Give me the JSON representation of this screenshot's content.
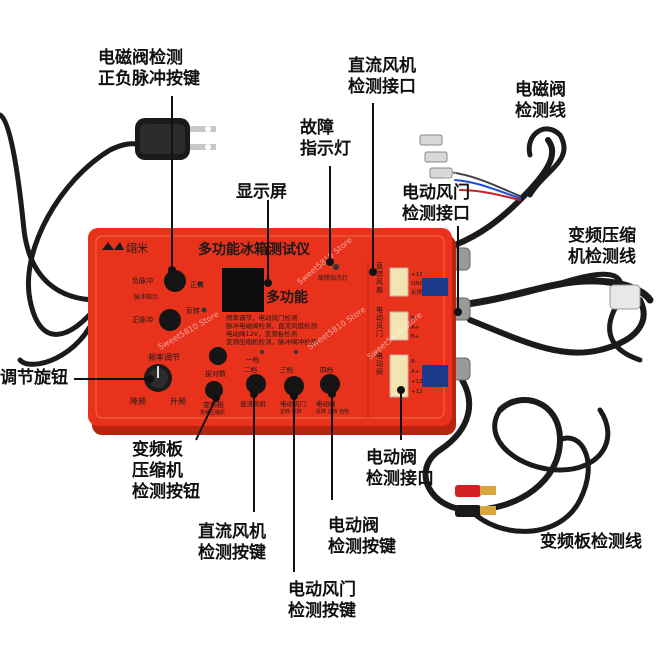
{
  "device": {
    "brand": "翊米",
    "title": "多功能冰箱测试仪",
    "screen_text": "多功能",
    "fault_light_label": "故障指示灯",
    "features": [
      "频率调节，电动风门检测",
      "脉冲电磁阀检测，直流风扇检测",
      "电动阀12V，变频板检测",
      "变频压缩机检测，脉冲阀冲检测"
    ],
    "left_buttons": [
      {
        "top": "负脉冲",
        "side": "正转"
      },
      {
        "top": "正脉冲",
        "side": "反转"
      }
    ],
    "pulse_indicator": "脉冲指示",
    "freq_label": "频率调节",
    "knob_down": "降频",
    "knob_up": "升频",
    "count_label": "拔对数",
    "inverter_btn": "变频板",
    "inverter_sub": "变频压缩机",
    "gear_labels": [
      "一档",
      "二档",
      "三档",
      "四档"
    ],
    "bottom_buttons": [
      "直流风机",
      "电动风门",
      "电动阀"
    ],
    "bottom_sub": [
      "",
      "正转 反转",
      "反转 正转 自检"
    ],
    "right_headers": [
      "直流风扇",
      "电动风门",
      "电动阀"
    ],
    "port1_pins": [
      "+12",
      "GND",
      "反馈"
    ],
    "port2_pins": [
      "B-",
      "A+",
      "B+"
    ],
    "port3_pins": [
      "B-",
      "A+",
      "+12",
      "+12"
    ]
  },
  "callouts": {
    "solenoid_button": [
      "电磁阀检测",
      "正负脉冲按键"
    ],
    "fan_port": [
      "直流风机",
      "检测接口"
    ],
    "solenoid_wire": [
      "电磁阀",
      "检测线"
    ],
    "fault_light": [
      "故障",
      "指示灯"
    ],
    "display": [
      "显示屏"
    ],
    "damper_port": [
      "电动风门",
      "检测接口"
    ],
    "compressor_wire": [
      "变频压缩",
      "机检测线"
    ],
    "knob": [
      "调节旋钮"
    ],
    "inverter_button": [
      "变频板",
      "压缩机",
      "检测按钮"
    ],
    "valve_port": [
      "电动阀",
      "检测接口"
    ],
    "fan_button": [
      "直流风机",
      "检测按键"
    ],
    "valve_button": [
      "电动阀",
      "检测按键"
    ],
    "inverter_wire": [
      "变频板检测线"
    ],
    "damper_button": [
      "电动风门",
      "检测按键"
    ]
  },
  "watermark": "Sweet5810 Store",
  "colors": {
    "panel": "#e8321c",
    "panel_dark": "#b82410",
    "cable": "#1b1b1b",
    "display": "#0c0c0c"
  }
}
